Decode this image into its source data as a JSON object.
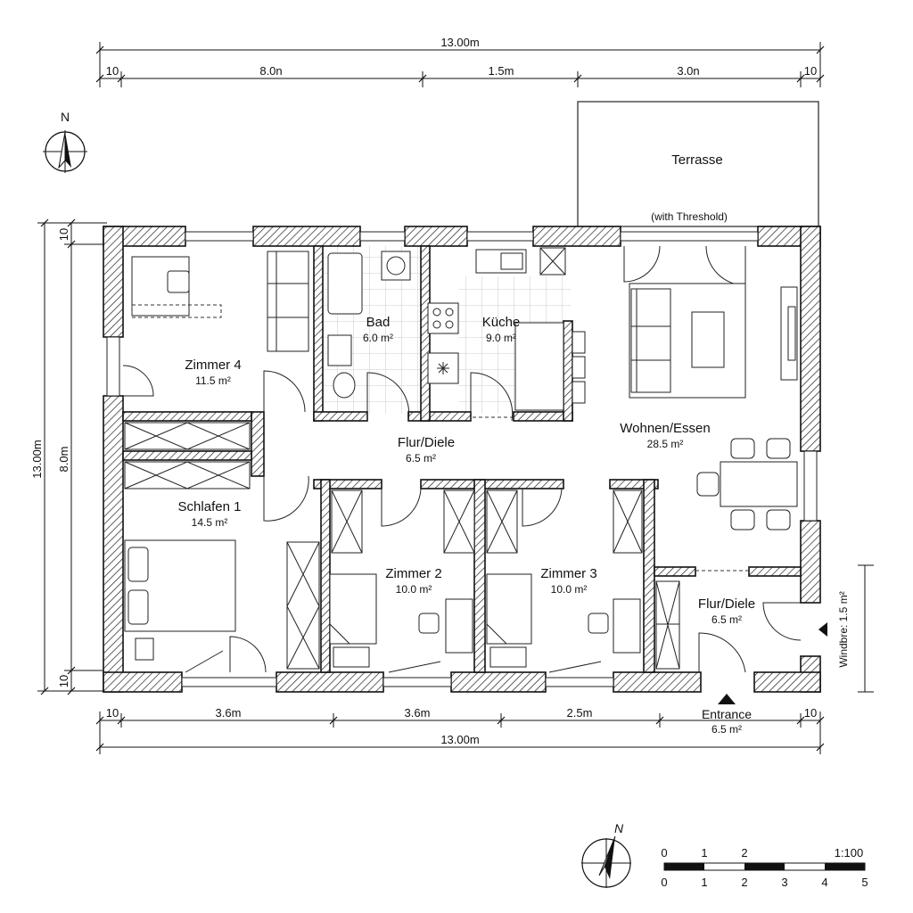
{
  "dimensions": {
    "top_total": "13.00m",
    "top_segments": [
      "10",
      "8.0n",
      "1.5m",
      "3.0n",
      "10"
    ],
    "bottom_segments": [
      "10",
      "3.6m",
      "3.6m",
      "2.5m",
      "10"
    ],
    "bottom_total": "13.00m",
    "left_outer": "13.00m",
    "left_inner": "8.0m",
    "left_top": "10",
    "left_bottom": "10",
    "right_label": "Windbre: 1.5 m²"
  },
  "north_label": "N",
  "terrace": {
    "name": "Terrasse",
    "note": "(with Threshold)"
  },
  "rooms": [
    {
      "name": "Zimmer 4",
      "area": "11.5 m²"
    },
    {
      "name": "Bad",
      "area": "6.0 m²"
    },
    {
      "name": "Küche",
      "area": "9.0 m²"
    },
    {
      "name": "Wohnen/Essen",
      "area": "28.5 m²"
    },
    {
      "name": "Flur/Diele",
      "area": "6.5 m²"
    },
    {
      "name": "Schlafen 1",
      "area": "14.5 m²"
    },
    {
      "name": "Zimmer 2",
      "area": "10.0 m²"
    },
    {
      "name": "Zimmer 3",
      "area": "10.0 m²"
    },
    {
      "name": "Flur/Diele",
      "area": "6.5 m²"
    }
  ],
  "entrance": {
    "name": "Entrance",
    "area": "6.5 m²"
  },
  "scale": {
    "ratio": "1:100",
    "top_ticks": [
      "0",
      "1",
      "2"
    ],
    "bottom_ticks": [
      "0",
      "1",
      "2",
      "3",
      "4",
      "5"
    ]
  }
}
